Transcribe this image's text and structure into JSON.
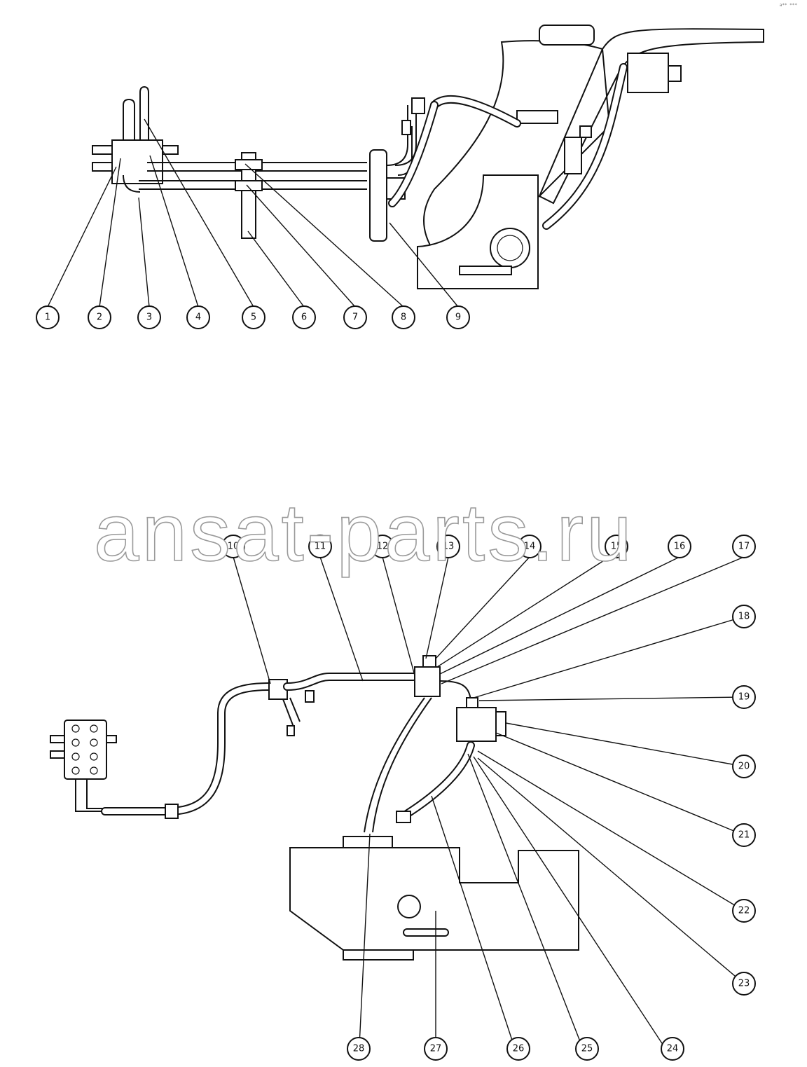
{
  "watermark": "ansat-parts.ru",
  "corner_note": "a** ***",
  "callouts_top": [
    "1",
    "2",
    "3",
    "4",
    "5",
    "6",
    "7",
    "8",
    "9"
  ],
  "callouts_bottom": [
    "10",
    "11",
    "12",
    "13",
    "14",
    "15",
    "16",
    "17",
    "18",
    "19",
    "20",
    "21",
    "22",
    "23",
    "24",
    "25",
    "26",
    "27",
    "28"
  ]
}
